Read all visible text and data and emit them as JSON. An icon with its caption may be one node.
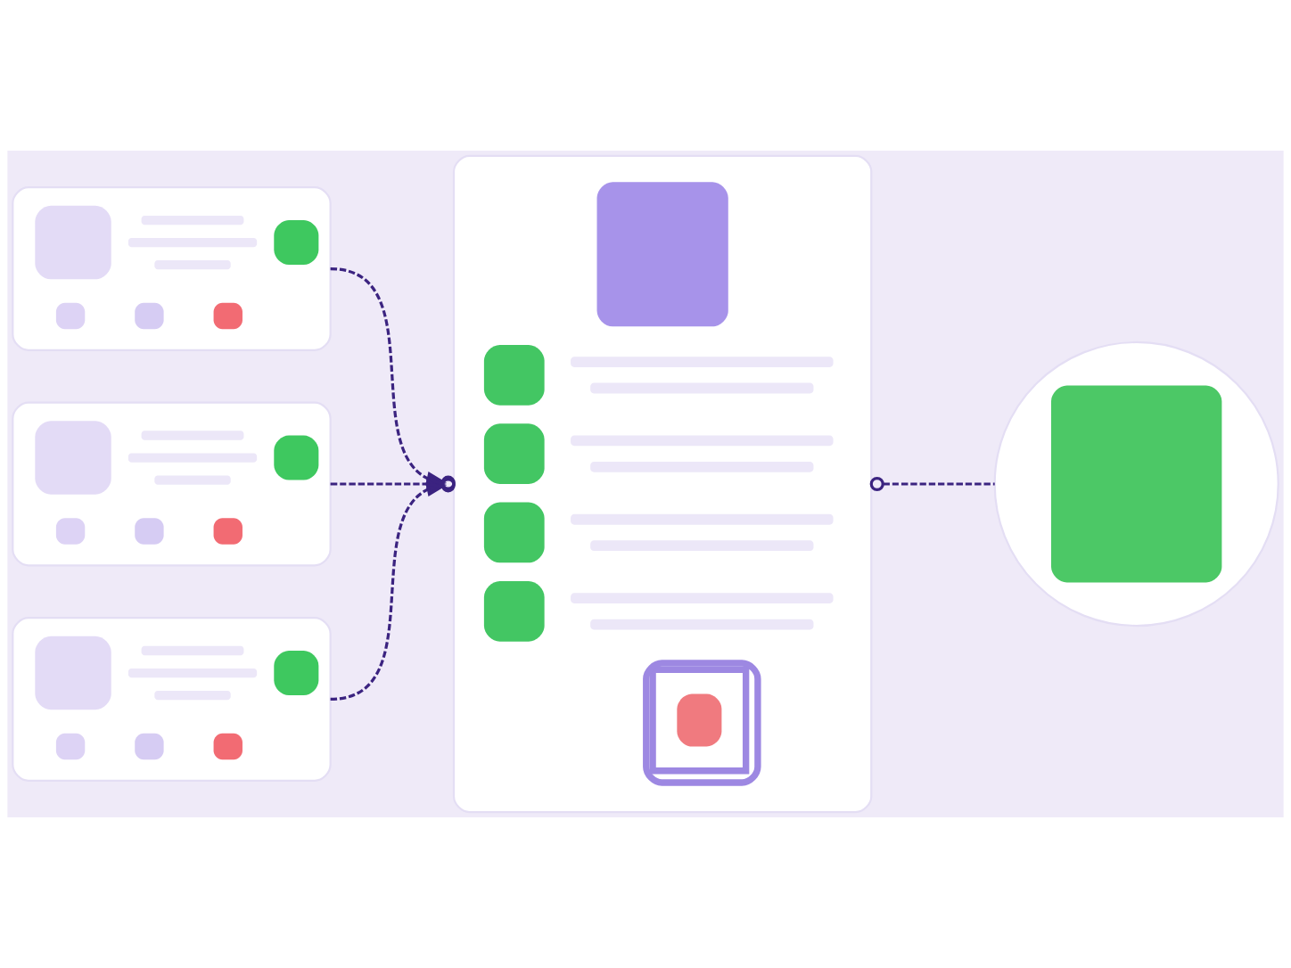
{
  "diagram": {
    "nodes": [
      {
        "text": [],
        "shape": "box"
      },
      {
        "text": [],
        "shape": "box"
      },
      {
        "text": [],
        "shape": "box"
      },
      {
        "text": [],
        "shape": "box"
      },
      {
        "text": [],
        "shape": "circle"
      }
    ],
    "edges": [
      {
        "from": 0,
        "to": 3,
        "arrow": "to",
        "style": "dashed"
      },
      {
        "from": 1,
        "to": 3,
        "arrow": "to",
        "style": "dashed"
      },
      {
        "from": 2,
        "to": 3,
        "arrow": "to",
        "style": "dashed"
      },
      {
        "from": 3,
        "to": 4,
        "arrow": "other",
        "style": "dashed"
      }
    ]
  }
}
